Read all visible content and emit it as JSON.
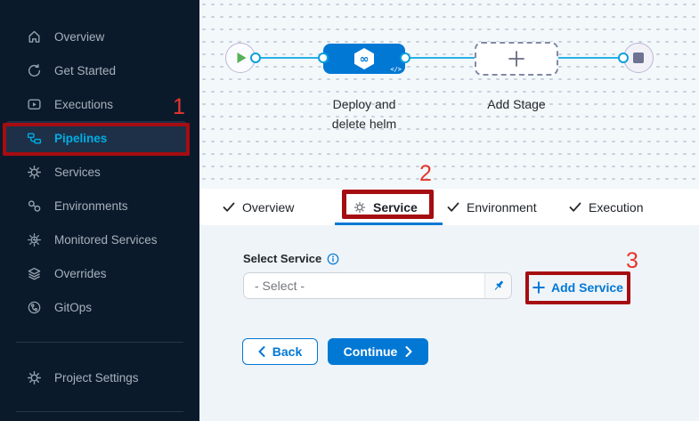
{
  "sidebar": {
    "items": [
      {
        "label": "Overview"
      },
      {
        "label": "Get Started"
      },
      {
        "label": "Executions"
      },
      {
        "label": "Pipelines"
      },
      {
        "label": "Services"
      },
      {
        "label": "Environments"
      },
      {
        "label": "Monitored Services"
      },
      {
        "label": "Overrides"
      },
      {
        "label": "GitOps"
      }
    ],
    "footer_item": {
      "label": "Project Settings"
    },
    "active_item": "Pipelines"
  },
  "canvas": {
    "stage_name": "Deploy and delete helm",
    "add_stage_label": "Add Stage",
    "stage_icon_glyph": "∞",
    "code_badge": "</>"
  },
  "tabs": {
    "overview": "Overview",
    "service": "Service",
    "environment": "Environment",
    "execution": "Execution",
    "active_tab": "Service"
  },
  "form": {
    "select_service_label": "Select Service",
    "select_placeholder": "- Select -",
    "add_service_label": "Add Service",
    "back_label": "Back",
    "continue_label": "Continue"
  },
  "annotations": {
    "step_1": "1",
    "step_2": "2",
    "step_3": "3"
  },
  "colors": {
    "accent_blue": "#0278d5",
    "cyan": "#00ade4",
    "sidebar_bg": "#0b1a2b",
    "annotation_box_red": "#a50d12",
    "annotation_number_red": "#e8342c",
    "play_green": "#58b158"
  }
}
